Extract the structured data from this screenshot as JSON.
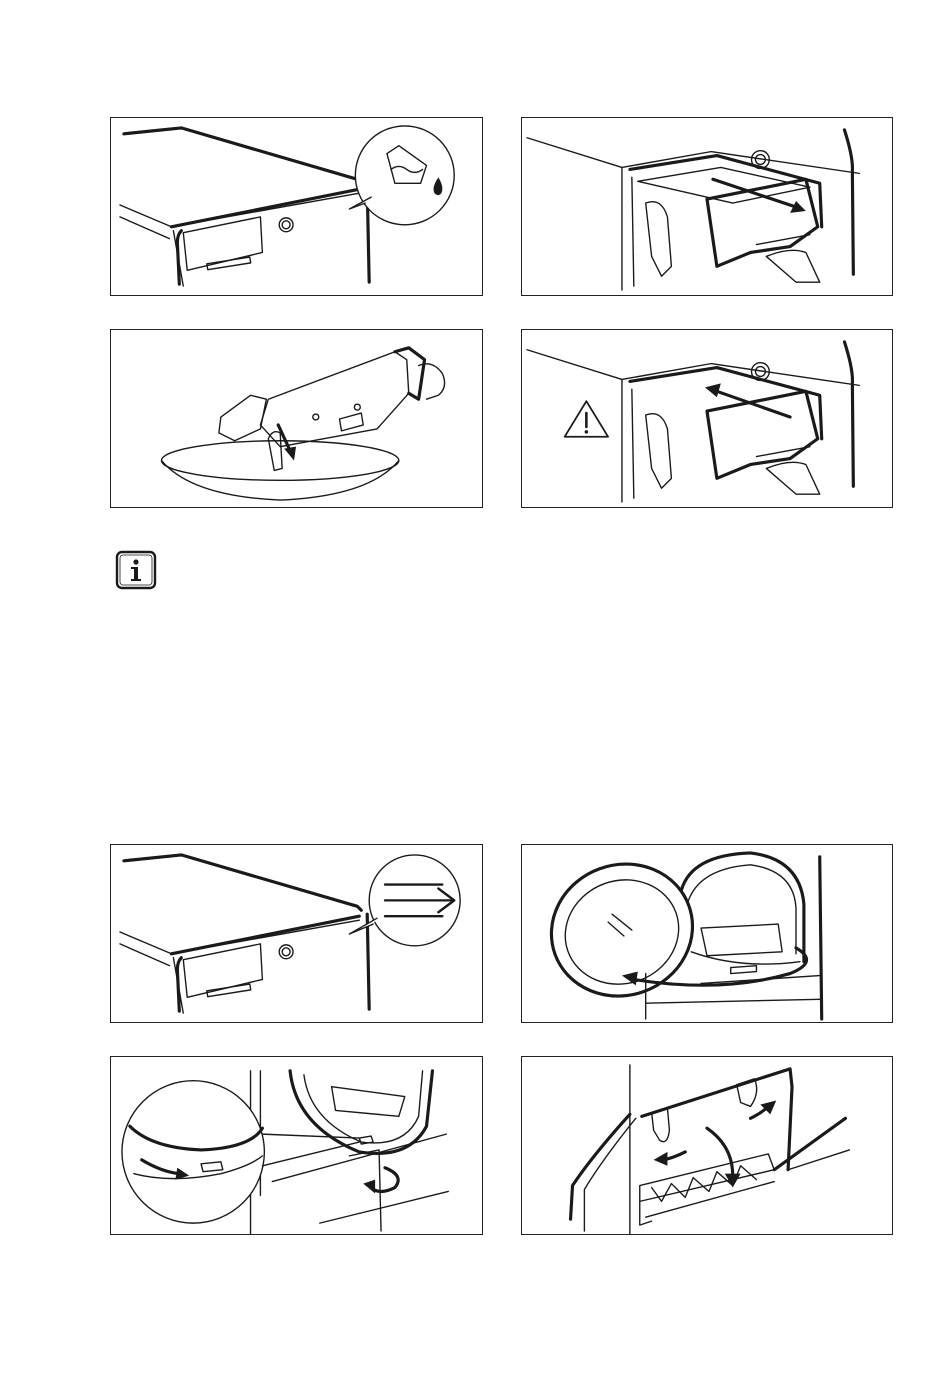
{
  "figures": [
    {
      "id": "p1",
      "icon": "water-container-icon"
    },
    {
      "id": "p2",
      "icon": "pull-arrow-icon"
    },
    {
      "id": "p3",
      "icon": "pour-arrow-icon"
    },
    {
      "id": "p4",
      "icon": "warning-icon"
    },
    {
      "id": "p5",
      "icon": "airflow-icon"
    },
    {
      "id": "p6",
      "icon": "rotate-arrow-icon"
    },
    {
      "id": "p7",
      "icon": "rotate-arrow-icon"
    },
    {
      "id": "p8",
      "icon": "rotate-arrow-icon"
    }
  ],
  "info_icon": "info-icon",
  "colors": {
    "line": "#1a1a1a",
    "background": "#ffffff"
  }
}
